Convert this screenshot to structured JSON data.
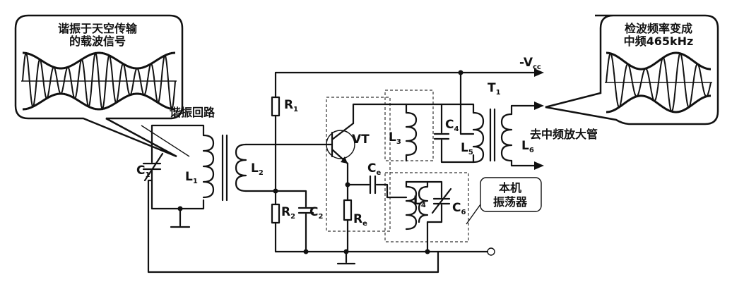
{
  "left_bubble": {
    "line1": "谐振于天空传输",
    "line2": "的载波信号"
  },
  "right_bubble": {
    "line1": "检波频率变成",
    "line2": "中频465kHz"
  },
  "labels": {
    "tuning_circuit": "谐振回路",
    "to_if_amp": "去中频放大管",
    "local_oscillator_line1": "本机",
    "local_oscillator_line2": "振荡器",
    "vcc_main": "-V",
    "vcc_sub": "cc",
    "transistor": "VT"
  },
  "components": {
    "R1": {
      "main": "R",
      "sub": "1"
    },
    "R2": {
      "main": "R",
      "sub": "2"
    },
    "Re": {
      "main": "R",
      "sub": "e"
    },
    "C1": {
      "main": "C",
      "sub": "1"
    },
    "C2": {
      "main": "C",
      "sub": "2"
    },
    "Ce": {
      "main": "C",
      "sub": "e"
    },
    "C4": {
      "main": "C",
      "sub": "4"
    },
    "C6": {
      "main": "C",
      "sub": "6"
    },
    "L1": {
      "main": "L",
      "sub": "1"
    },
    "L2": {
      "main": "L",
      "sub": "2"
    },
    "L3": {
      "main": "L",
      "sub": "3"
    },
    "L4": {
      "main": "L",
      "sub": "4"
    },
    "L5": {
      "main": "L",
      "sub": "5"
    },
    "L6": {
      "main": "L",
      "sub": "6"
    },
    "T1": {
      "main": "T",
      "sub": "1"
    }
  }
}
